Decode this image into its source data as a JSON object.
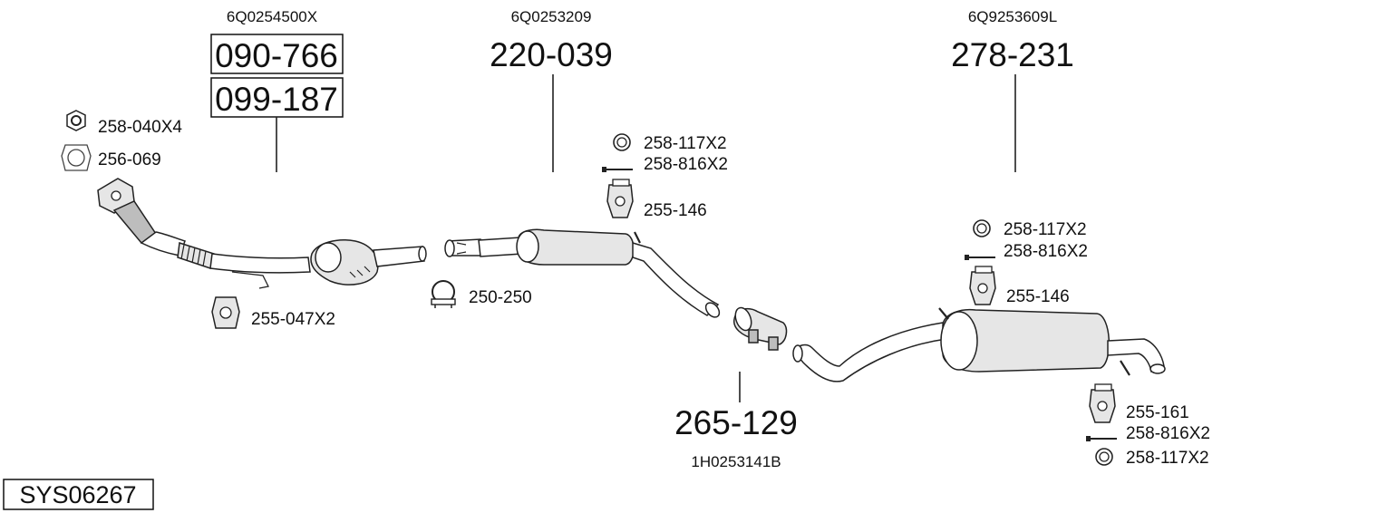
{
  "system_code": "SYS06267",
  "parts": {
    "catalytic": {
      "oem": "6Q0254500X",
      "numbers": [
        "090-766",
        "099-187"
      ]
    },
    "middle": {
      "oem": "6Q0253209",
      "number": "220-039"
    },
    "rear": {
      "oem": "6Q9253609L",
      "number": "278-231"
    },
    "connector": {
      "oem": "1H0253141B",
      "number": "265-129"
    }
  },
  "accessories": {
    "nut": "258-040X4",
    "gasket": "256-069",
    "hanger_front": "255-047X2",
    "clamp": "250-250",
    "mid_ring": "258-117X2",
    "mid_bolt": "258-816X2",
    "mid_hanger": "255-146",
    "rear_ring": "258-117X2",
    "rear_bolt": "258-816X2",
    "rear_hanger": "255-146",
    "tail_hanger": "255-161",
    "tail_bolt": "258-816X2",
    "tail_ring": "258-117X2"
  }
}
